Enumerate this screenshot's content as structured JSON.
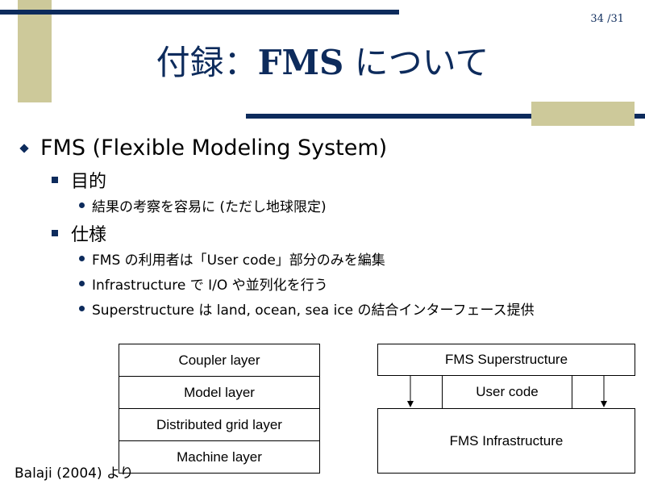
{
  "page_number": "34 /31",
  "title": {
    "prefix": "付録：",
    "ascii": "FMS",
    "suffix": " について"
  },
  "bullets": {
    "main": "FMS (Flexible Modeling System)",
    "purpose": {
      "heading": "目的",
      "items": [
        "結果の考察を容易に (ただし地球限定)"
      ]
    },
    "spec": {
      "heading": "仕様",
      "items": [
        "FMS の利用者は「User code」部分のみを編集",
        "Infrastructure で I/O や並列化を行う",
        "Superstructure は land, ocean, sea ice の結合インターフェース提供"
      ]
    }
  },
  "left_diagram": {
    "layers": [
      "Coupler layer",
      "Model layer",
      "Distributed grid layer",
      "Machine layer"
    ]
  },
  "right_diagram": {
    "superstructure": "FMS Superstructure",
    "user_code": "User code",
    "infrastructure": "FMS Infrastructure"
  },
  "caption": "Balaji (2004) より",
  "colors": {
    "navy": "#0d2b5c",
    "tan": "#cdc99a"
  }
}
